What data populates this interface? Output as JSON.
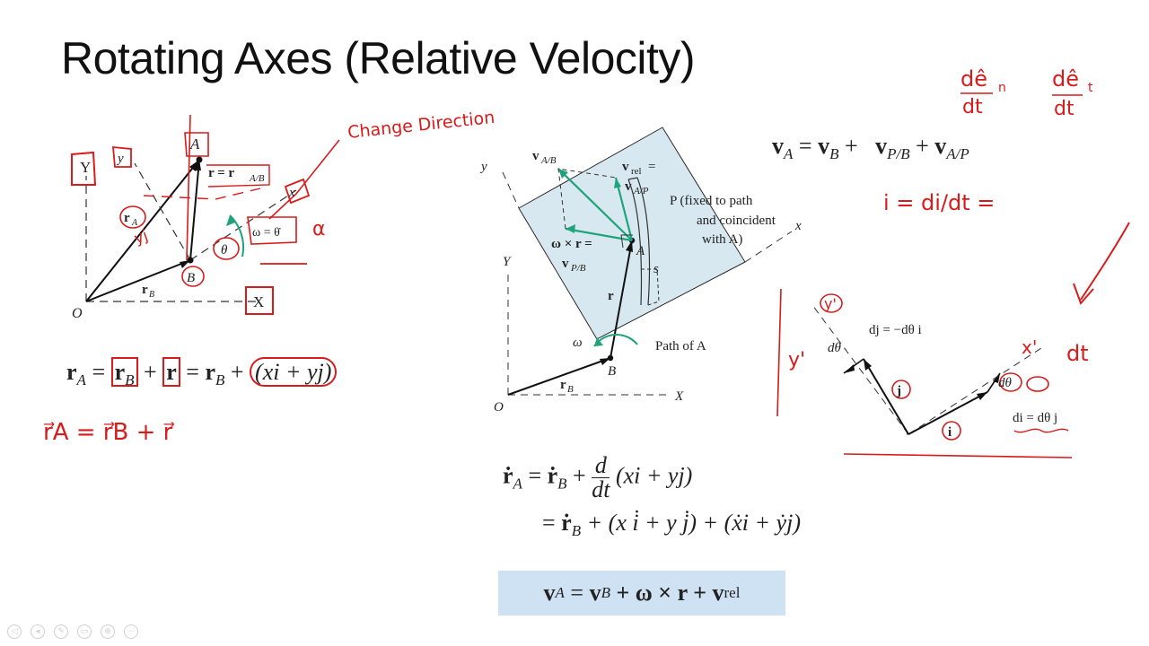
{
  "title": "Rotating Axes (Relative Velocity)",
  "left_figure": {
    "labels": {
      "Y": "Y",
      "y": "y",
      "A": "A",
      "r_eq": "r = r",
      "r_eq_sub": "A/B",
      "x": "x",
      "rA": "r",
      "rA_sub": "A",
      "omega_eq": "ω = θ̇",
      "theta": "θ",
      "B": "B",
      "rB": "r",
      "rB_sub": "B",
      "O": "O",
      "X": "X"
    },
    "annotations": {
      "change_direction": "Change Direction",
      "alpha": "α",
      "yj": "yj"
    }
  },
  "eq_position": {
    "lhs": "r",
    "lhs_sub": "A",
    "t1": "r",
    "t1_sub": "B",
    "plus1": "+",
    "t2": "r",
    "eq2": "=",
    "t3": "r",
    "t3_sub": "B",
    "plus2": "+",
    "paren": "(xi + yj)"
  },
  "hand_vector_eq": "r⃗A = r⃗B + r⃗",
  "center_figure": {
    "labels": {
      "y": "y",
      "vAB": "v",
      "vAB_sub": "A/B",
      "vrel": "v",
      "vrel_sub": "rel",
      "vrel_eq": "=",
      "vAP": "v",
      "vAP_sub": "A/P",
      "P_note_1": "P (fixed to path",
      "P_note_2": "and coincident",
      "P_note_3": "with A)",
      "x": "x",
      "wxr": "ω × r =",
      "vPB": "v",
      "vPB_sub": "P/B",
      "A": "A",
      "s": "s",
      "Y": "Y",
      "r": "r",
      "omega": "ω",
      "path": "Path of A",
      "B": "B",
      "rB": "r",
      "rB_sub": "B",
      "O": "O",
      "X": "X"
    }
  },
  "eq_velocity": {
    "lhs": "v",
    "lhs_sub": "A",
    "eq": "=",
    "t1": "v",
    "t1_sub": "B",
    "plus1": "+",
    "t2": "v",
    "t2_sub": "P/B",
    "plus2": "+",
    "t3": "v",
    "t3_sub": "A/P"
  },
  "hand_top_right": {
    "de_n": "dê",
    "n": "n",
    "de_t": "dê",
    "t": "t",
    "dt": "dt"
  },
  "hand_idot": "i̇ = di/dt =",
  "right_figure": {
    "labels": {
      "dj_eq": "dj = −dθ i",
      "dtheta1": "dθ",
      "dtheta2": "dθ",
      "j": "j",
      "i": "i",
      "di_eq": "di = dθ j"
    },
    "annotations": {
      "y_prime": "y'",
      "x_prime": "x'",
      "dt": "dt"
    }
  },
  "eq_derivative": {
    "line1_lhs": "ṙ",
    "line1_lhs_sub": "A",
    "eq1": "=",
    "l1_t1": "ṙ",
    "l1_t1_sub": "B",
    "plus": "+",
    "frac_num": "d",
    "frac_den": "dt",
    "l1_paren": "(xi + yj)",
    "eq2": "=",
    "l2_t1": "ṙ",
    "l2_t1_sub": "B",
    "l2_rest": "+ (x i̇ + y j̇) + (ẋi + ẏj)"
  },
  "boxed_eq": {
    "lhs": "v",
    "lhs_sub": "A",
    "eq": "=",
    "t1": "v",
    "t1_sub": "B",
    "rest": "+ ω × r +",
    "t2": "v",
    "t2_sub": "rel"
  },
  "colors": {
    "accent_red": "#d81b1b",
    "green": "#1fa37a",
    "box_blue": "#cfe2f3",
    "panel_blue": "#d8e8f0"
  },
  "toolbar_icons": [
    "pointer-icon",
    "back-icon",
    "pen-icon",
    "highlighter-icon",
    "zoom-icon",
    "more-icon"
  ]
}
